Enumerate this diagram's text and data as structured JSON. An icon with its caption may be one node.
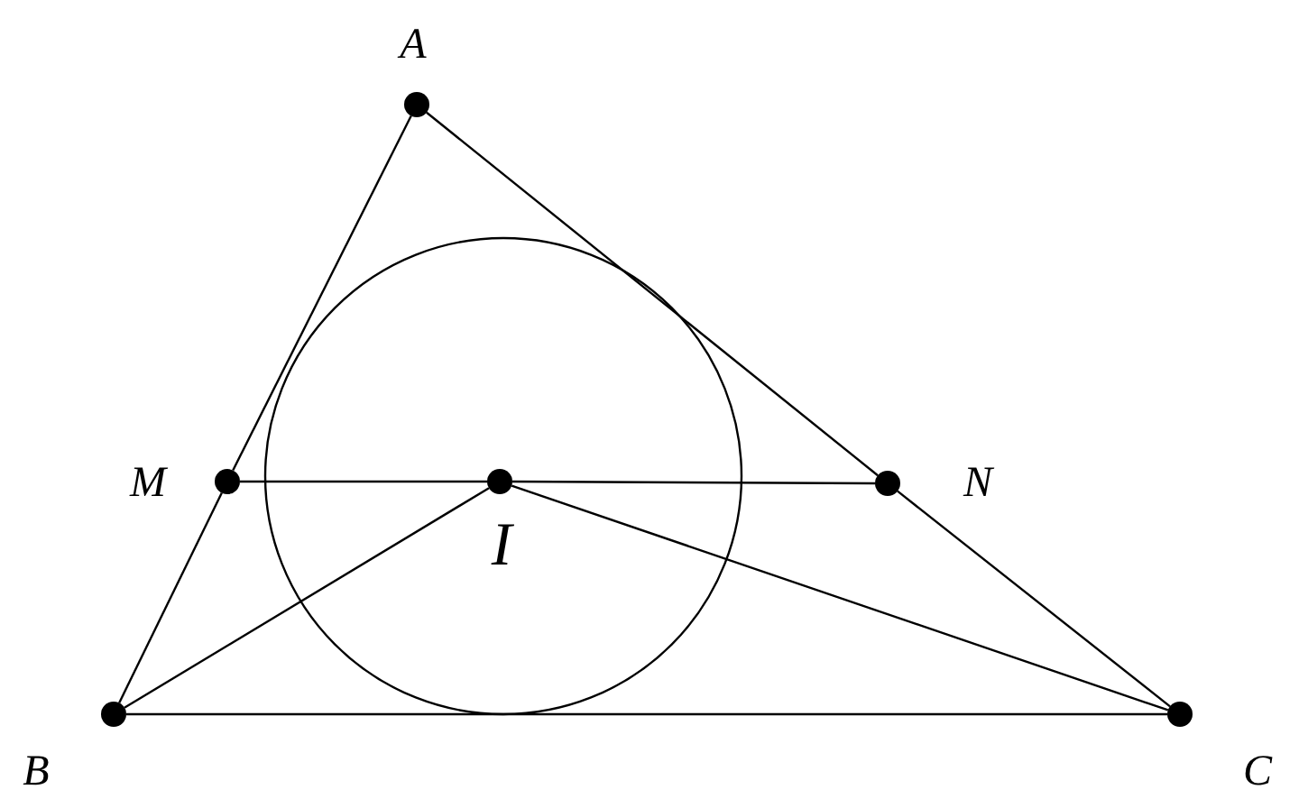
{
  "diagram": {
    "nodes": [
      {
        "text": [],
        "shape": "circle",
        "beside": [
          "A"
        ]
      },
      {
        "text": [],
        "shape": "circle",
        "beside": [
          "B"
        ]
      },
      {
        "text": [],
        "shape": "circle",
        "beside": [
          "C"
        ]
      },
      {
        "text": [],
        "shape": "circle",
        "beside": [
          "M"
        ]
      },
      {
        "text": [],
        "shape": "circle",
        "beside": [
          "I"
        ]
      },
      {
        "text": [],
        "shape": "circle",
        "beside": [
          "N"
        ]
      }
    ],
    "edges": [
      {
        "from": 0,
        "to": 3,
        "arrow": "none"
      },
      {
        "from": 3,
        "to": 1,
        "arrow": "none"
      },
      {
        "from": 0,
        "to": 5,
        "arrow": "none"
      },
      {
        "from": 5,
        "to": 2,
        "arrow": "none"
      },
      {
        "from": 1,
        "to": 2,
        "arrow": "none"
      },
      {
        "from": 3,
        "to": 4,
        "arrow": "none"
      },
      {
        "from": 4,
        "to": 5,
        "arrow": "none"
      },
      {
        "from": 1,
        "to": 4,
        "arrow": "none"
      },
      {
        "from": 4,
        "to": 2,
        "arrow": "none"
      }
    ]
  }
}
